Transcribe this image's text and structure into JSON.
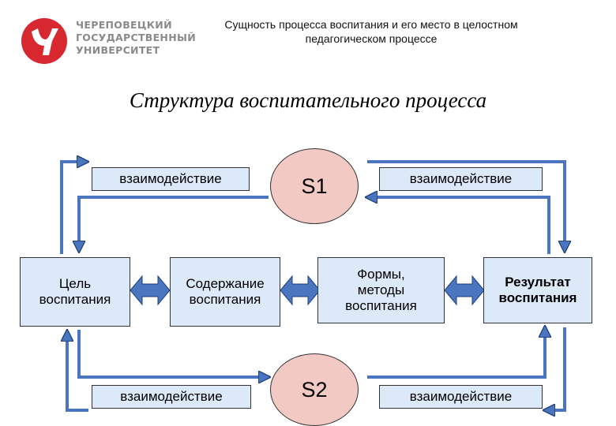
{
  "header": {
    "university_name": [
      "ЧЕРЕПОВЕЦКИЙ",
      "ГОСУДАРСТВЕННЫЙ",
      "УНИВЕРСИТЕТ"
    ],
    "topic_line1": "Сущность процесса воспитания и его место в целостном",
    "topic_line2": "педагогическом процессе"
  },
  "title": "Структура воспитательного процесса",
  "diagram": {
    "interaction_top_left": "взаимодействие",
    "interaction_top_right": "взаимодействие",
    "interaction_bottom_left": "взаимодействие",
    "interaction_bottom_right": "взаимодействие",
    "subject_top": "S1",
    "subject_bottom": "S2",
    "goal_line1": "Цель",
    "goal_line2": "воспитания",
    "content_line1": "Содержание",
    "content_line2": "воспитания",
    "forms_line1": "Формы,",
    "forms_line2": "методы",
    "forms_line3": "воспитания",
    "result_line1": "Результат",
    "result_line2": "воспитания"
  },
  "colors": {
    "box_fill": "#dce9f8",
    "ellipse_fill": "#f3c9c4",
    "arrow_fill": "#4a76c0",
    "logo_red": "#d7282f"
  }
}
